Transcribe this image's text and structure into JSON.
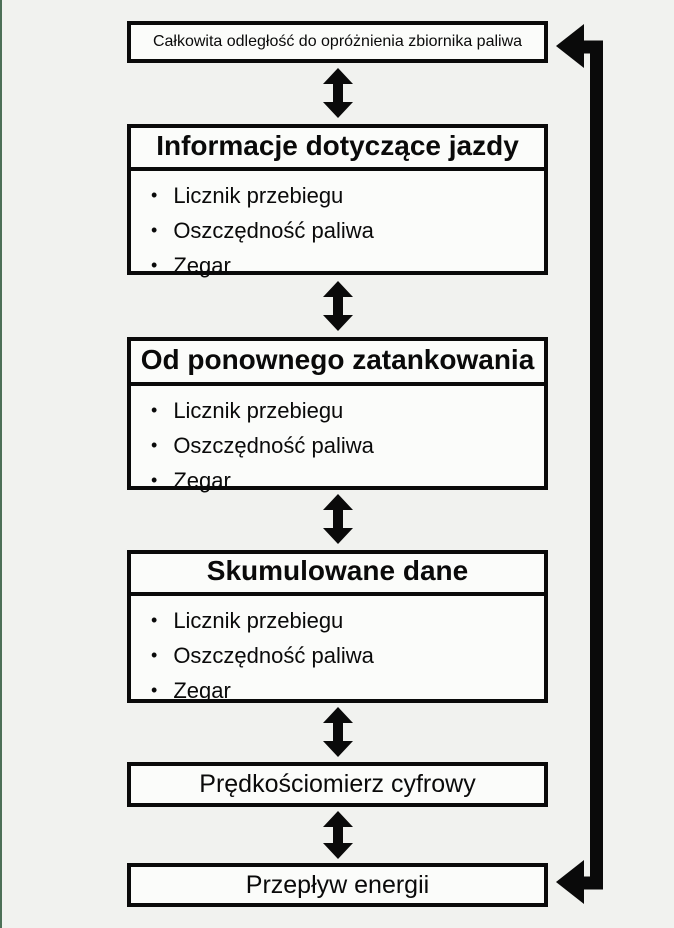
{
  "page": {
    "background": "#f1f2ef",
    "box_fill": "#fbfcfa",
    "ink": "#0a0a0a",
    "edge_line_color": "#4d7057"
  },
  "diagram": {
    "bullet_char": "•",
    "nodes": [
      {
        "id": "distance-to-empty",
        "title": "Całkowita odległość do opróżnienia zbiornika paliwa",
        "items": []
      },
      {
        "id": "driving-information",
        "title": "Informacje dotyczące jazdy",
        "items": [
          "Licznik przebiegu",
          "Oszczędność paliwa",
          "Zegar"
        ]
      },
      {
        "id": "since-refuelling",
        "title": "Od ponownego zatankowania",
        "items": [
          "Licznik przebiegu",
          "Oszczędność paliwa",
          "Zegar"
        ]
      },
      {
        "id": "accumulated-data",
        "title": "Skumulowane dane",
        "items": [
          "Licznik przebiegu",
          "Oszczędność paliwa",
          "Zegar"
        ]
      },
      {
        "id": "digital-speedometer",
        "title": "Prędkościomierz cyfrowy",
        "items": []
      },
      {
        "id": "energy-flow",
        "title": "Przepływ energii",
        "items": []
      }
    ],
    "connectors": {
      "between_boxes": "bidirectional-vertical-arrows",
      "right_loop": "bidirectional-loop-bottom-to-top"
    }
  }
}
